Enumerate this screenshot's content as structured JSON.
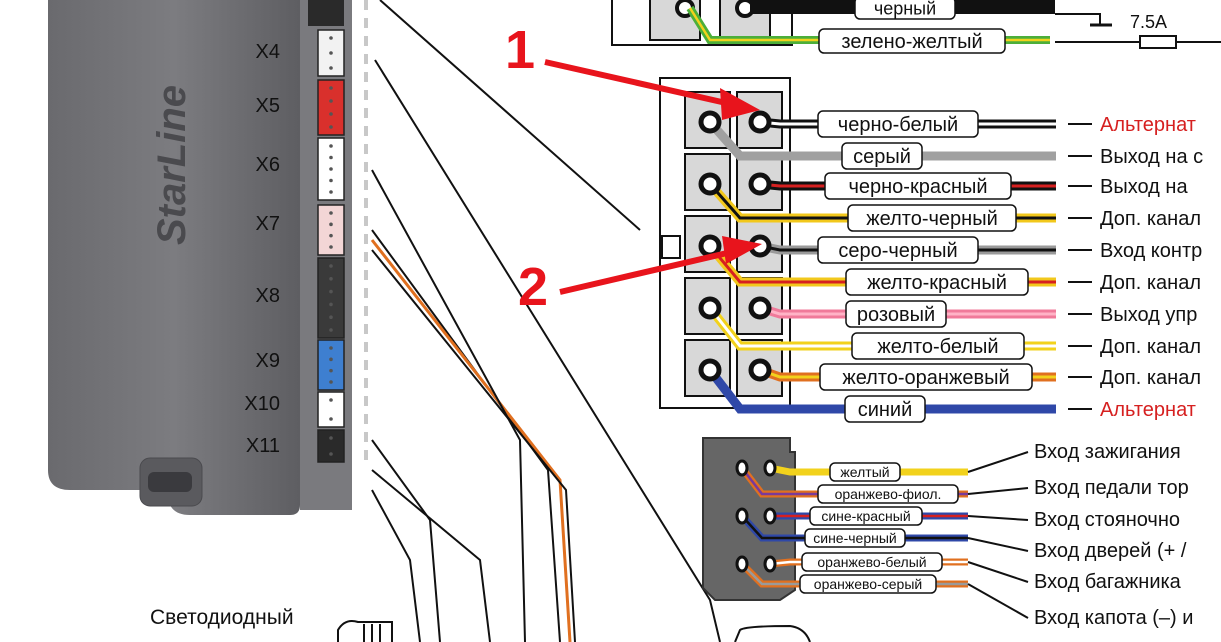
{
  "device": {
    "brand": "StarLine",
    "connectors": [
      {
        "label": "X4",
        "color": "#f2f2f2"
      },
      {
        "label": "X5",
        "color": "#d9302c"
      },
      {
        "label": "X6",
        "color": "#ffffff"
      },
      {
        "label": "X7",
        "color": "#f3d6d6"
      },
      {
        "label": "X8",
        "color": "#3a3a3a"
      },
      {
        "label": "X9",
        "color": "#3e7fd0"
      },
      {
        "label": "X10",
        "color": "#ffffff"
      },
      {
        "label": "X11",
        "color": "#2a2a2a"
      }
    ]
  },
  "top_block": {
    "wires": [
      {
        "label": "черный",
        "color": "#111111",
        "stripe": ""
      },
      {
        "label": "зелено-желтый",
        "color": "#4caf3a",
        "stripe": "#f2d21c"
      }
    ],
    "fuse": "7.5A"
  },
  "main_connector": {
    "wires": [
      {
        "label": "черно-белый",
        "color": "#111111",
        "stripe": "#ffffff",
        "func": "Альтернат",
        "func_color": "#d62020"
      },
      {
        "label": "серый",
        "color": "#a0a0a0",
        "stripe": "",
        "func": "Выход на с",
        "func_color": "#111111"
      },
      {
        "label": "черно-красный",
        "color": "#111111",
        "stripe": "#d62020",
        "func": "Выход на",
        "func_color": "#111111"
      },
      {
        "label": "желто-черный",
        "color": "#f2c81c",
        "stripe": "#111111",
        "func": "Доп. канал",
        "func_color": "#111111"
      },
      {
        "label": "серо-черный",
        "color": "#9a9a9a",
        "stripe": "#111111",
        "func": "Вход контр",
        "func_color": "#111111"
      },
      {
        "label": "желто-красный",
        "color": "#f2c81c",
        "stripe": "#d62020",
        "func": "Доп. канал",
        "func_color": "#111111"
      },
      {
        "label": "розовый",
        "color": "#f07a9a",
        "stripe": "#ffb3c6",
        "func": "Выход упр",
        "func_color": "#111111"
      },
      {
        "label": "желто-белый",
        "color": "#f2d21c",
        "stripe": "#ffffff",
        "func": "Доп. канал",
        "func_color": "#111111"
      },
      {
        "label": "желто-оранжевый",
        "color": "#e07020",
        "stripe": "#f2d21c",
        "func": "Доп. канал",
        "func_color": "#111111"
      },
      {
        "label": "синий",
        "color": "#2f48a8",
        "stripe": "",
        "func": "Альтернат",
        "func_color": "#d62020"
      }
    ]
  },
  "small_connector": {
    "wires": [
      {
        "label": "желтый",
        "color": "#f2d21c",
        "stripe": "",
        "func": "Вход зажигания"
      },
      {
        "label": "оранжево-фиол.",
        "color": "#e07020",
        "stripe": "#7a3a9a",
        "func": "Вход педали тор"
      },
      {
        "label": "сине-красный",
        "color": "#2f48a8",
        "stripe": "#d62020",
        "func": "Вход стояночно"
      },
      {
        "label": "сине-черный",
        "color": "#2f48a8",
        "stripe": "#111111",
        "func": "Вход дверей (+ /"
      },
      {
        "label": "оранжево-белый",
        "color": "#e07020",
        "stripe": "#ffffff",
        "func": "Вход багажника"
      },
      {
        "label": "оранжево-серый",
        "color": "#e07020",
        "stripe": "#9a9a9a",
        "func": "Вход капота (–) и"
      }
    ]
  },
  "annotations": {
    "marker_1": "1",
    "marker_2": "2",
    "arrow_color": "#e8141c"
  },
  "led_label": "Светодиодный"
}
